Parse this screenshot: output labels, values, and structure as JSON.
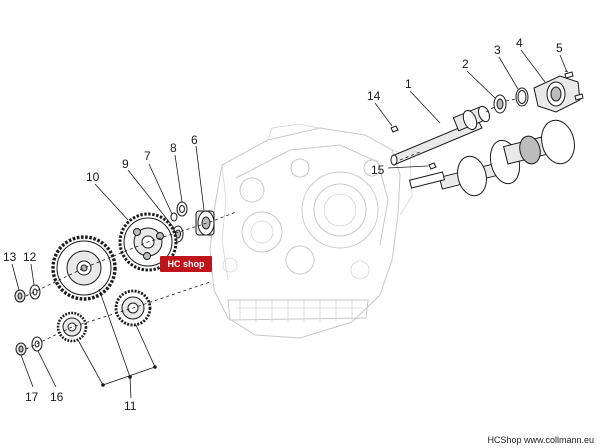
{
  "diagram": {
    "callouts": [
      "1",
      "2",
      "3",
      "4",
      "5",
      "6",
      "7",
      "8",
      "9",
      "10",
      "11",
      "12",
      "13",
      "14",
      "15",
      "16",
      "17"
    ]
  },
  "watermark": {
    "text": "HC shop"
  },
  "footer": {
    "text": "HCShop www.collmann.eu"
  }
}
